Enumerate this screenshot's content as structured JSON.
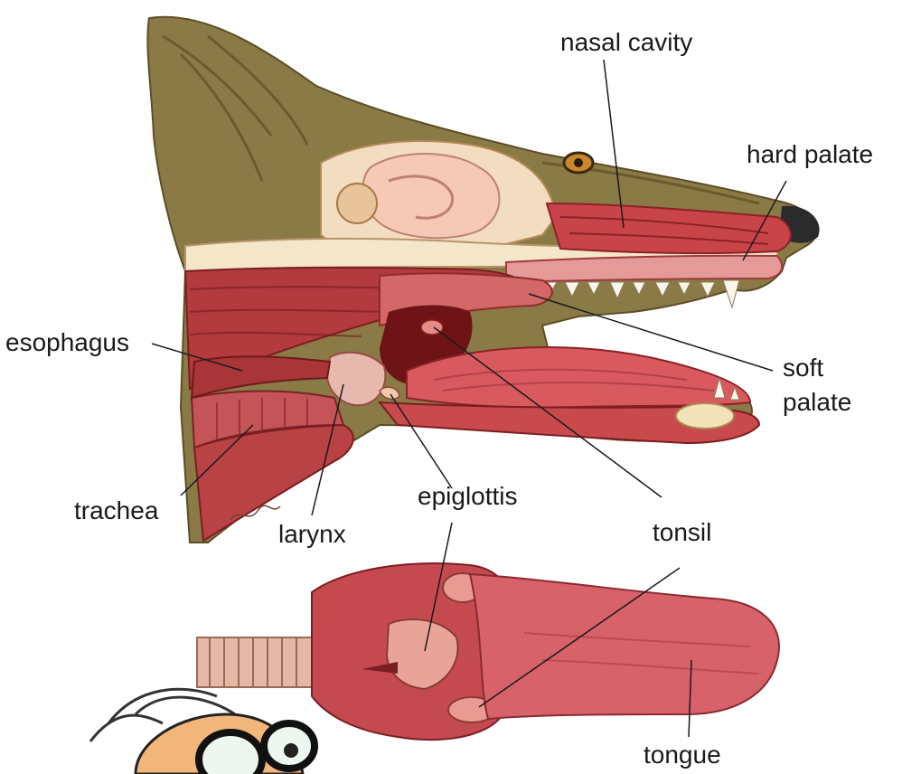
{
  "labels": {
    "nasal_cavity": "nasal cavity",
    "hard_palate": "hard palate",
    "esophagus": "esophagus",
    "soft_palate_line1": "soft",
    "soft_palate_line2": "palate",
    "trachea": "trachea",
    "larynx": "larynx",
    "epiglottis": "epiglottis",
    "tonsil": "tonsil",
    "tongue": "tongue"
  },
  "colors": {
    "fur": "#7a6a3a",
    "muscle": "#b8383a",
    "mucosa": "#d86b6b",
    "bone": "#efdcb8",
    "leader_line": "#1a1a1a"
  }
}
